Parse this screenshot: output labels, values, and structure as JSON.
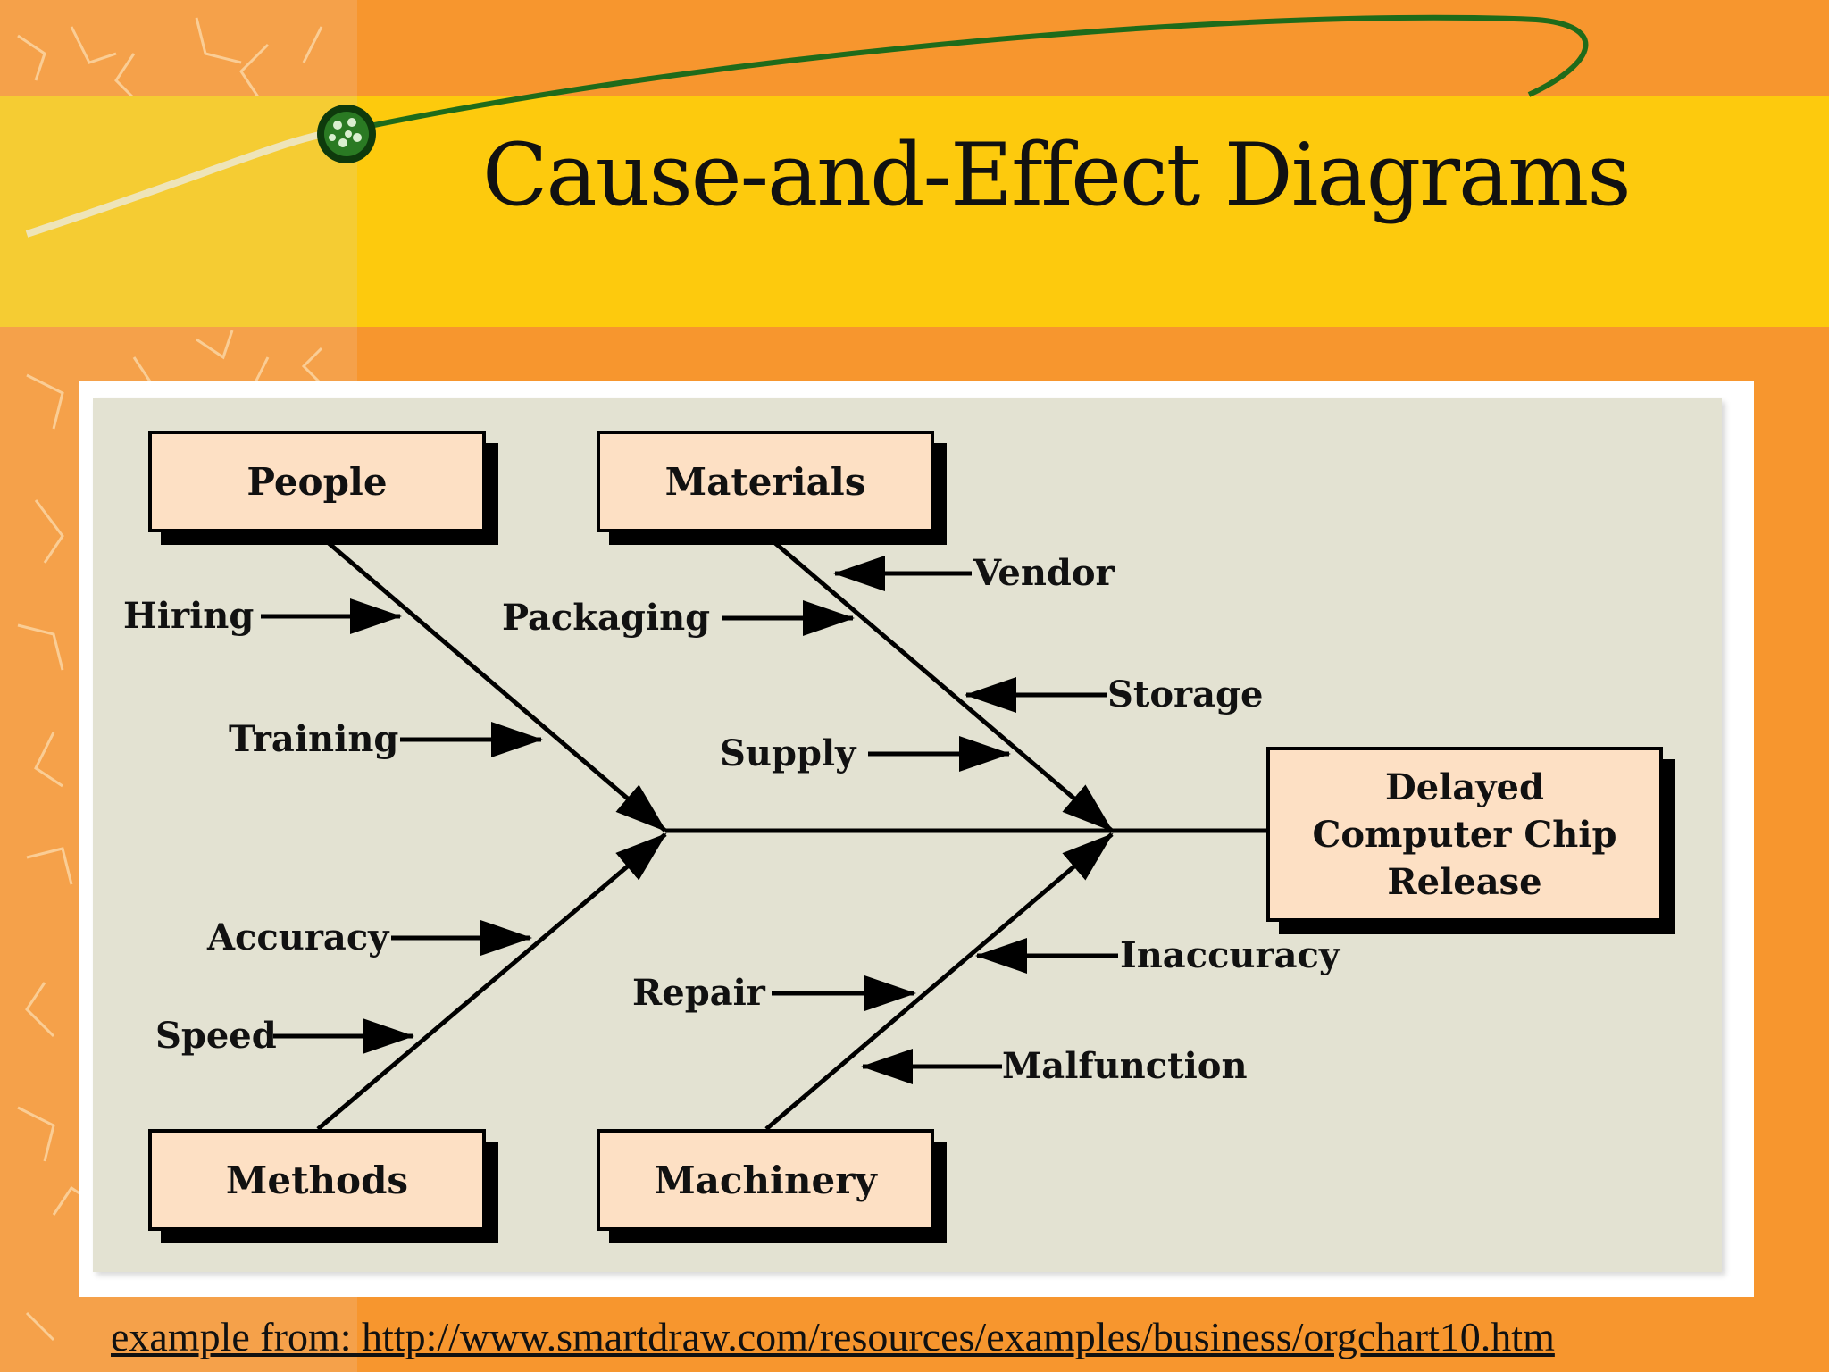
{
  "slide": {
    "title": "Cause-and-Effect Diagrams",
    "source": "example from: http://www.smartdraw.com/resources/examples/business/orgchart10.htm"
  },
  "diagram": {
    "effect": "Delayed\nComputer Chip\nRelease",
    "categories": {
      "people": "People",
      "materials": "Materials",
      "methods": "Methods",
      "machinery": "Machinery"
    },
    "causes": {
      "hiring": "Hiring",
      "training": "Training",
      "packaging": "Packaging",
      "supply": "Supply",
      "vendor": "Vendor",
      "storage": "Storage",
      "accuracy": "Accuracy",
      "speed": "Speed",
      "repair": "Repair",
      "inaccuracy": "Inaccuracy",
      "malfunction": "Malfunction"
    }
  },
  "colors": {
    "background": "#f7962e",
    "title_band": "#fdca0d",
    "panel": "#e3e2d2",
    "box_fill": "#fde0c4",
    "swoosh": "#1f6b1a"
  }
}
